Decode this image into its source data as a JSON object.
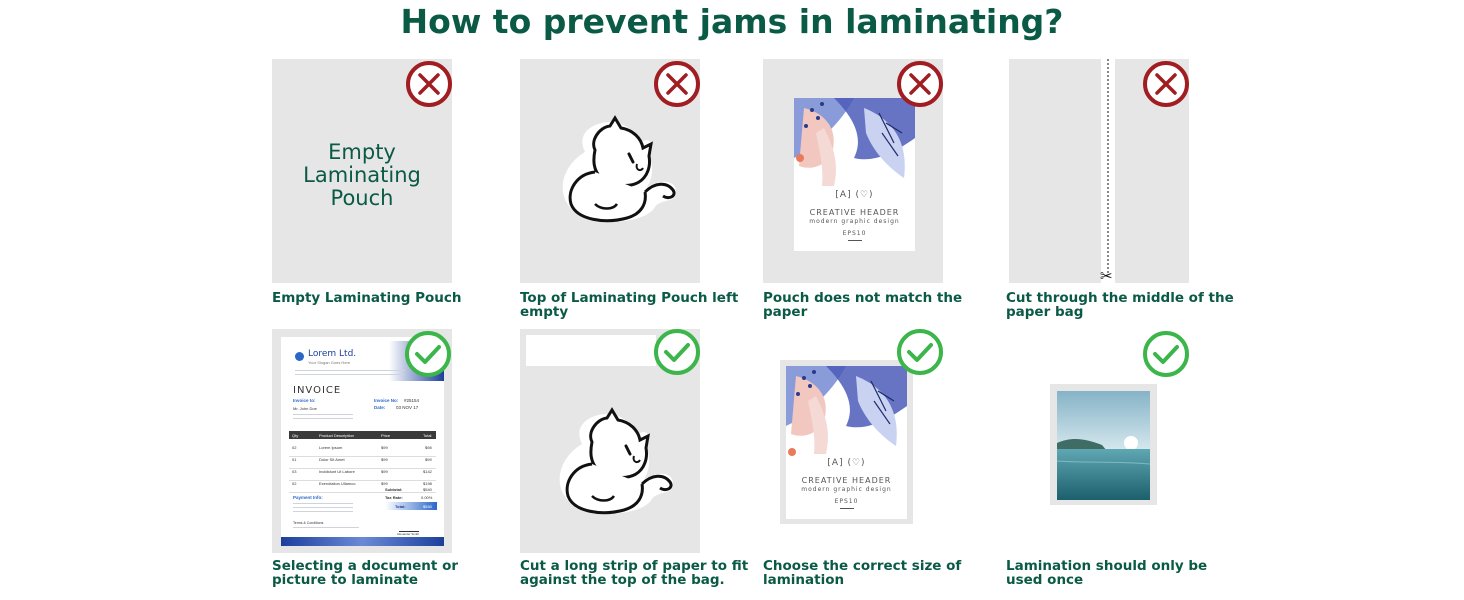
{
  "title": "How to prevent jams in laminating?",
  "colors": {
    "title": "#0a5a46",
    "wrong": "#a01d22",
    "right": "#3cb54a",
    "panel": "#e6e6e6"
  },
  "wrong_icon": "x-circle-icon",
  "right_icon": "check-circle-icon",
  "top_row": [
    {
      "caption": "Empty Laminating Pouch",
      "status": "wrong",
      "pouch_text": [
        "Empty",
        "Laminating",
        "Pouch"
      ]
    },
    {
      "caption": "Top of Laminating Pouch left empty",
      "status": "wrong"
    },
    {
      "caption": "Pouch does not match the paper",
      "status": "wrong"
    },
    {
      "caption": "Cut through the middle of the paper bag",
      "status": "wrong"
    }
  ],
  "bottom_row": [
    {
      "caption": "Selecting a document or picture to laminate",
      "status": "right"
    },
    {
      "caption": "Cut a long strip of paper to fit against the top of the bag.",
      "status": "right"
    },
    {
      "caption": "Choose the correct size of lamination",
      "status": "right"
    },
    {
      "caption": "Lamination should only be used once",
      "status": "right"
    }
  ],
  "creative": {
    "header": "CREATIVE HEADER",
    "sub": "modern graphic design",
    "eps": "EPS10",
    "logo": "[A] (♡)"
  },
  "invoice": {
    "company": "Lorem Ltd.",
    "tagline": "Your Slogan Goes Here",
    "heading": "INVOICE",
    "invoice_to": "Invoice to:",
    "invoice_no_label": "Invoice No:",
    "invoice_no": "#25154",
    "date_label": "Date:",
    "date": "03 NOV 17",
    "client": "Mr. John Doe",
    "columns": [
      "Qty",
      "Product Description",
      "Price",
      "Total"
    ],
    "rows": [
      [
        "02",
        "Lorem Ipsum",
        "$99",
        "$98"
      ],
      [
        "01",
        "Dolor Sit Amet",
        "$99",
        "$99"
      ],
      [
        "03",
        "Incididunt Ut Labore",
        "$99",
        "$142"
      ],
      [
        "02",
        "Exercitation Ullamco",
        "$99",
        "$198"
      ]
    ],
    "subtotal_label": "Subtotal:",
    "subtotal": "$540",
    "tax_label": "Tax Rate:",
    "tax": "0.00%",
    "total_label": "Total:",
    "total": "$540",
    "payment_label": "Payment Info:",
    "terms": "Terms & Conditions",
    "signer": "Alexander Smith"
  }
}
